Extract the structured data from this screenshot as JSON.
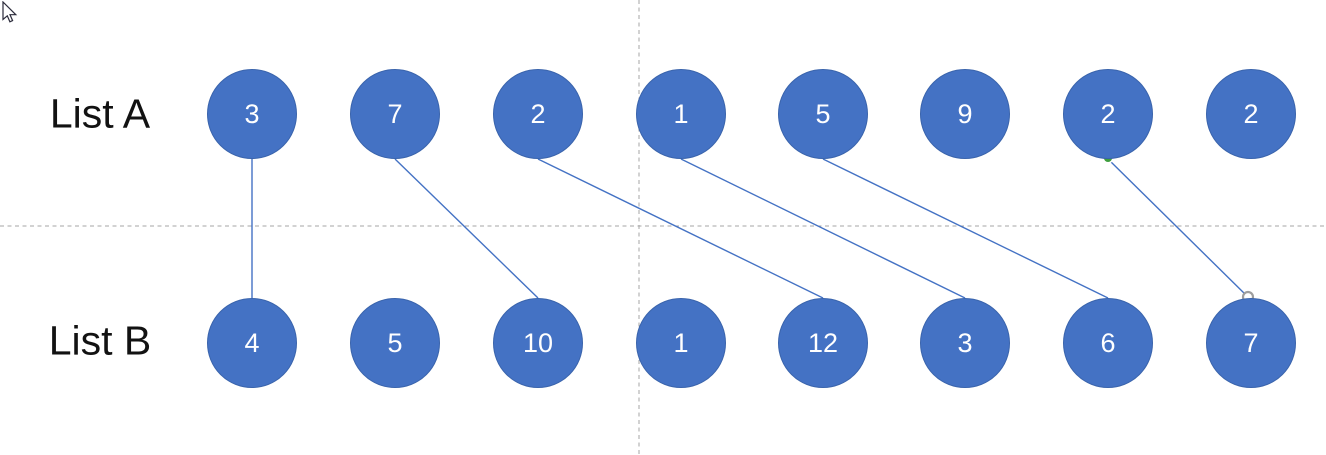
{
  "lists": {
    "a": {
      "label": "List A",
      "values": [
        "3",
        "7",
        "2",
        "1",
        "5",
        "9",
        "2",
        "2"
      ]
    },
    "b": {
      "label": "List B",
      "values": [
        "4",
        "5",
        "10",
        "1",
        "12",
        "3",
        "6",
        "7"
      ]
    }
  },
  "connections": [
    {
      "from": 0,
      "to": 0,
      "selected": false
    },
    {
      "from": 1,
      "to": 2,
      "selected": false
    },
    {
      "from": 2,
      "to": 4,
      "selected": false
    },
    {
      "from": 3,
      "to": 5,
      "selected": false
    },
    {
      "from": 4,
      "to": 6,
      "selected": false
    },
    {
      "from": 6,
      "to": 7,
      "selected": true
    }
  ],
  "selection": {
    "start_handle": "connected-endpoint-green",
    "end_handle": "free-endpoint-white"
  },
  "colors": {
    "shape_fill": "#4472C4",
    "shape_outline": "#3A64AC",
    "shape_text": "#FFFFFF",
    "connector": "#4472C4",
    "guide": "#A6A6A6",
    "label_text": "#121212",
    "connected_handle_fill": "#3E9E3E",
    "connected_handle_ring": "#FFFFFF",
    "free_handle_fill": "#FFFFFF",
    "free_handle_ring": "#9E9E9E"
  },
  "icons": {
    "cursor": "arrow-pointer-icon"
  }
}
